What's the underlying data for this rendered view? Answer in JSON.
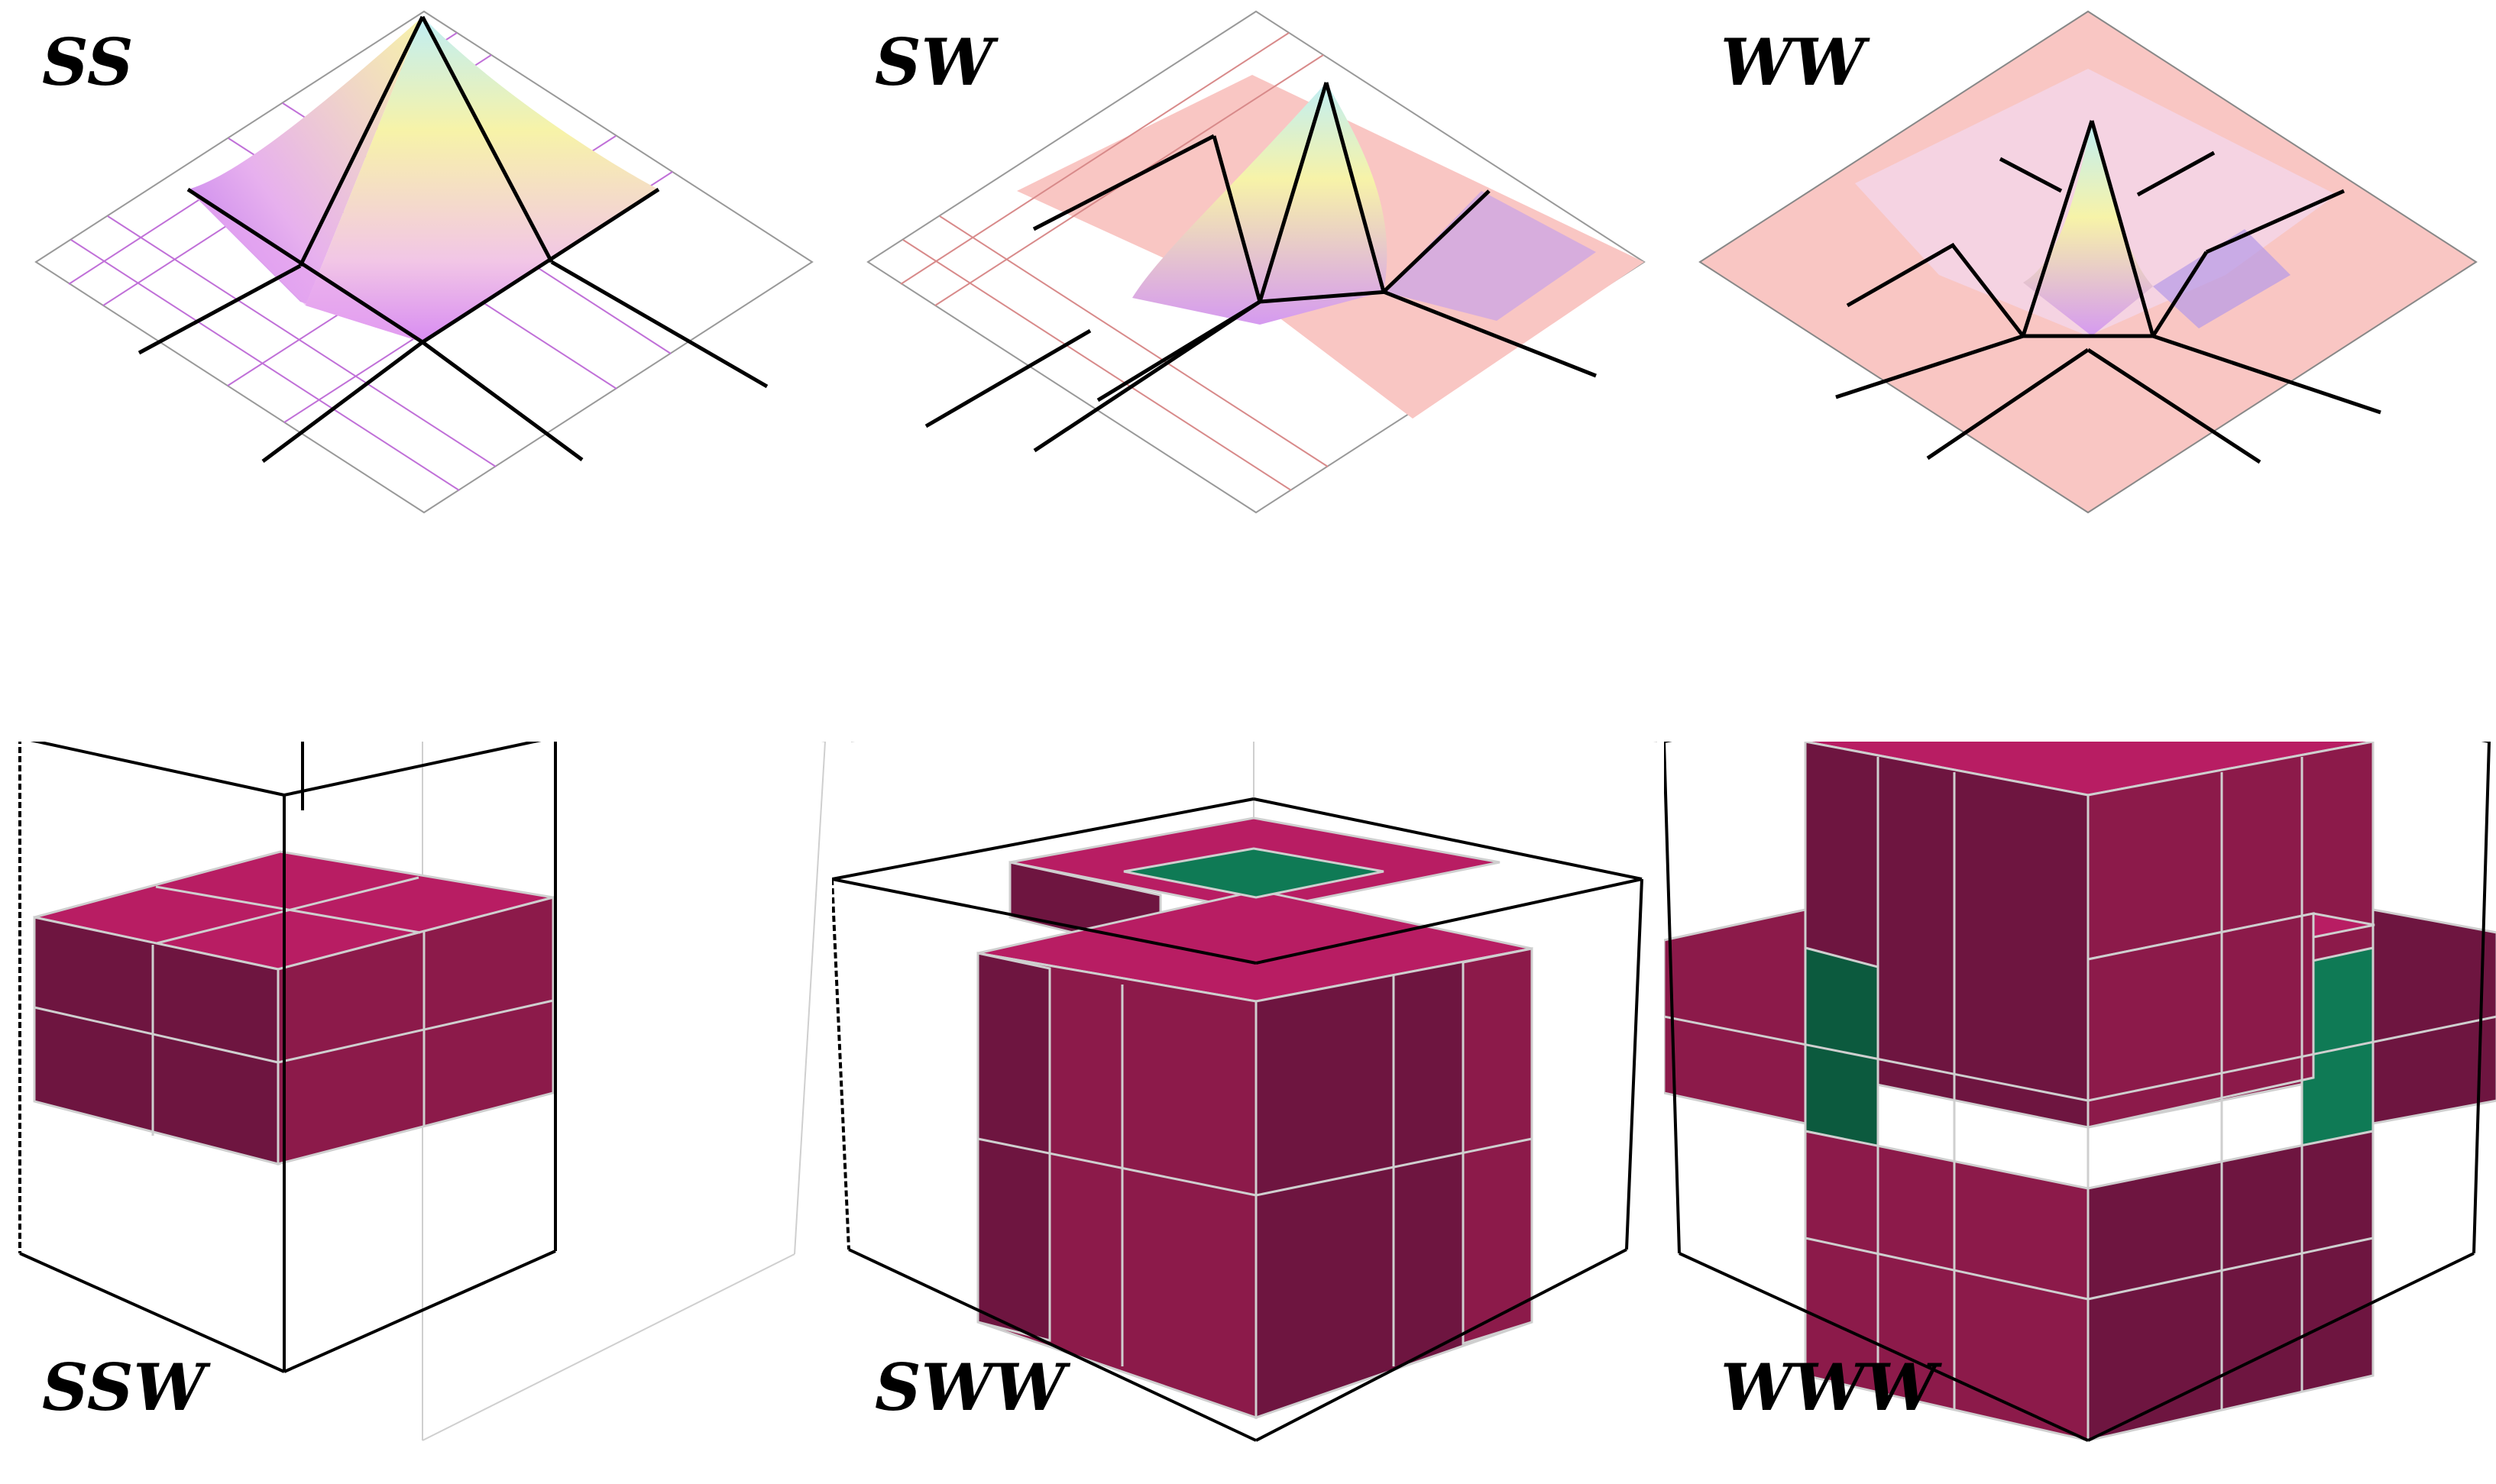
{
  "panels": [
    {
      "key": "ss",
      "label": "SS"
    },
    {
      "key": "sw",
      "label": "SW"
    },
    {
      "key": "ww",
      "label": "WW"
    },
    {
      "key": "ssw",
      "label": "SSW"
    },
    {
      "key": "sww",
      "label": "SWW"
    },
    {
      "key": "www",
      "label": "WWW"
    }
  ],
  "colors": {
    "peak_top": "#bfeef5",
    "peak_mid": "#f7f3a8",
    "peak_violet": "#d88cf2",
    "sheet_pink": "#f9c6c3",
    "block_top": "#b81d63",
    "block_side_light": "#8c1a4a",
    "block_side_dark": "#6e1540",
    "green_top": "#0f7a55",
    "green_side": "#0c5a3e",
    "grid_violet": "#c070d8",
    "grid_pink": "#d88a8a"
  }
}
